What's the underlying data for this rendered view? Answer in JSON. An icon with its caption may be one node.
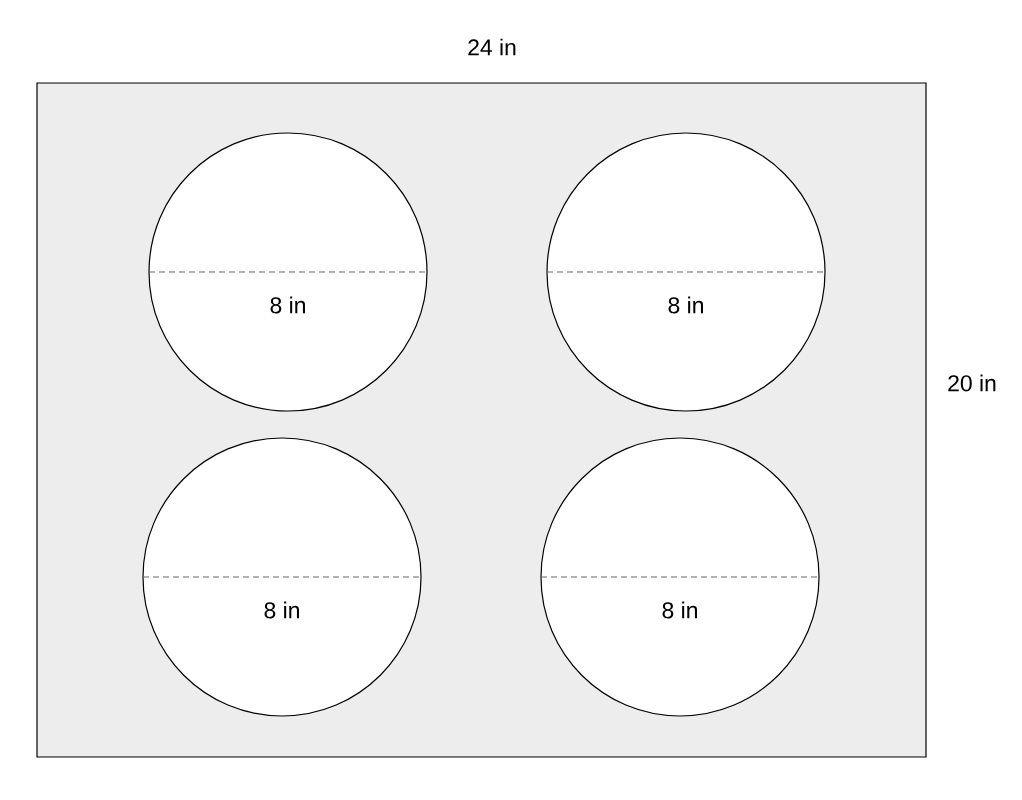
{
  "diagram": {
    "nodes": [
      {
        "text": [],
        "shape": "box"
      },
      {
        "text": [
          "8 in"
        ],
        "in": 0
      },
      {
        "text": [
          "8 in"
        ],
        "in": 0
      },
      {
        "text": [
          "8 in"
        ],
        "in": 0
      },
      {
        "text": [
          "8 in"
        ],
        "in": 0
      }
    ],
    "labels": [
      "24 in",
      "20 in"
    ]
  }
}
